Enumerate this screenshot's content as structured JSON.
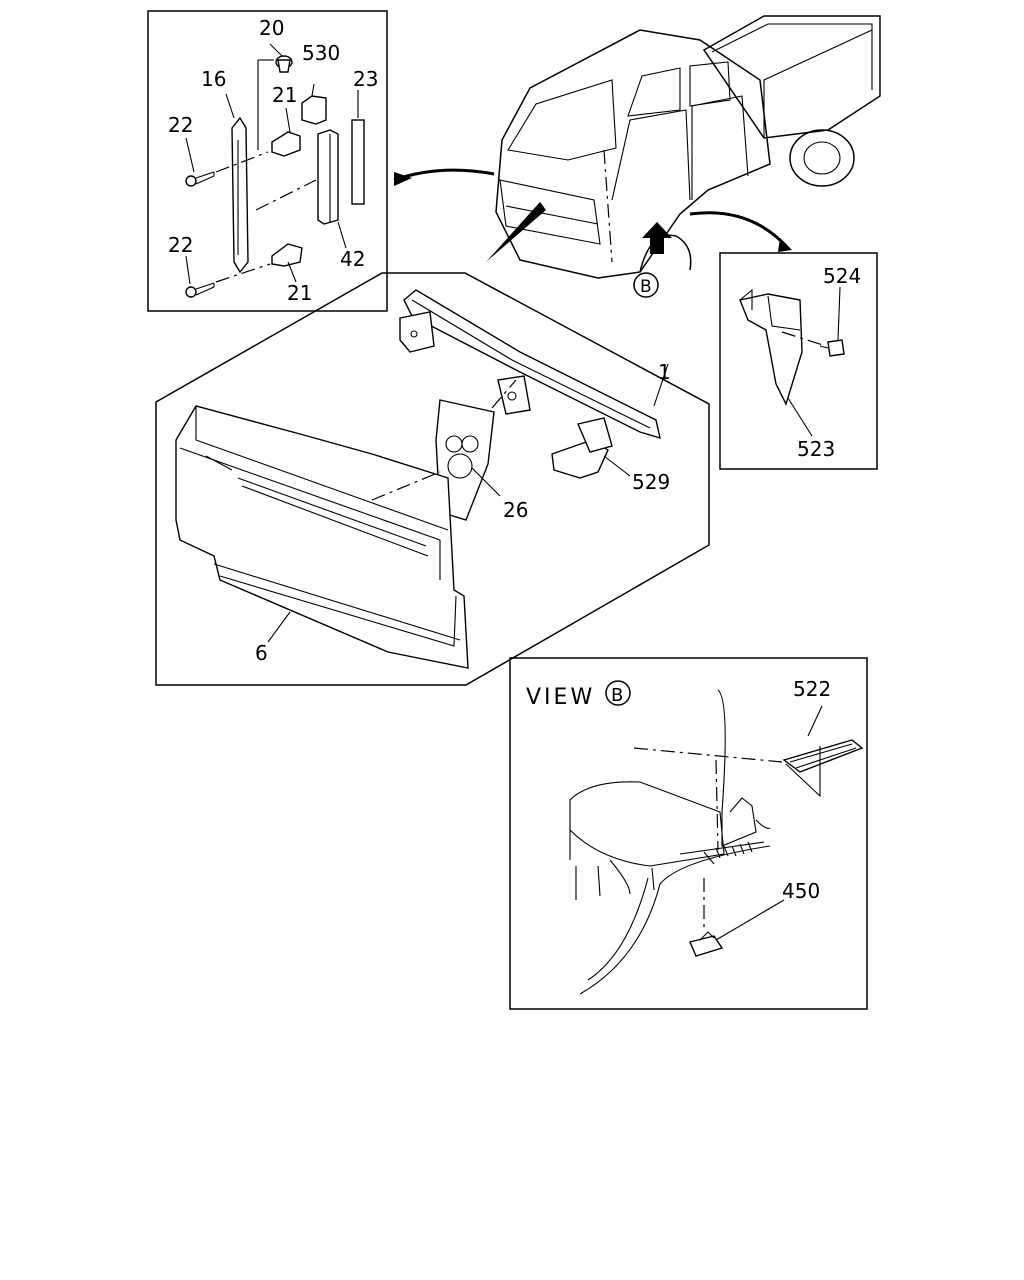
{
  "callouts": {
    "c1": "1",
    "c6": "6",
    "c16": "16",
    "c20": "20",
    "c21a": "21",
    "c21b": "21",
    "c22a": "22",
    "c22b": "22",
    "c23": "23",
    "c26": "26",
    "c42": "42",
    "c450": "450",
    "c522": "522",
    "c523": "523",
    "c524": "524",
    "c529": "529",
    "c530": "530"
  },
  "view_b": {
    "label": "VIEW",
    "marker": "B"
  },
  "truck_marker": "B"
}
